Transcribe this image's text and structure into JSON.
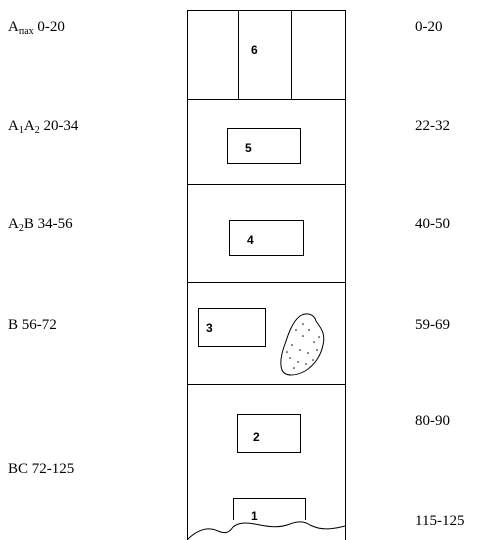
{
  "horizons": [
    {
      "name_parts": [
        "A",
        "пах",
        ""
      ],
      "depth": "0-20",
      "sample_depth": "0-20",
      "sample_number": "6"
    },
    {
      "name_parts": [
        "A",
        "1",
        "A",
        "2",
        ""
      ],
      "depth": "20-34",
      "sample_depth": "22-32",
      "sample_number": "5"
    },
    {
      "name_parts": [
        "A",
        "2",
        "B"
      ],
      "depth": "34-56",
      "sample_depth": "40-50",
      "sample_number": "4"
    },
    {
      "name_parts": [
        "B"
      ],
      "depth": "56-72",
      "sample_depth": "59-69",
      "sample_number": "3"
    },
    {
      "name_parts": [
        "BC"
      ],
      "depth": "72-125",
      "sample_depth": "80-90",
      "sample_number": "2"
    },
    {
      "sample_depth": "115-125",
      "sample_number": "1"
    }
  ]
}
